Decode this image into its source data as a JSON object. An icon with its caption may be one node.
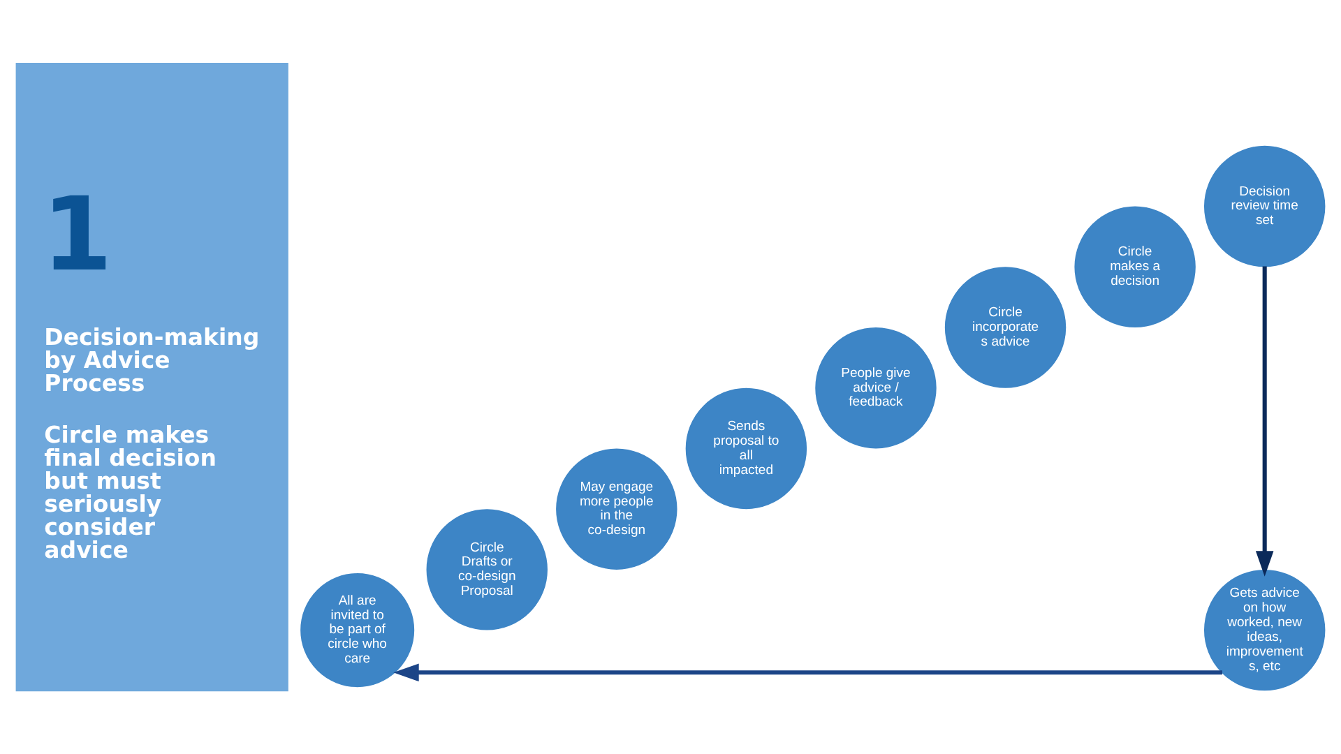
{
  "diagram": {
    "nodes": [
      {
        "text": [
          "1",
          "Decision-making by Advice Process",
          "Circle makes final decision but must seriously consider advice"
        ]
      },
      {
        "text": [
          "All are invited to be part of circle who care"
        ]
      },
      {
        "text": [
          "Circle Drafts or co-design Proposal"
        ]
      },
      {
        "text": [
          "May engage more people in the co-design"
        ]
      },
      {
        "text": [
          "Sends proposal to all impacted"
        ]
      },
      {
        "text": [
          "People give advice / feedback"
        ]
      },
      {
        "text": [
          "Circle incorporate s advice"
        ]
      },
      {
        "text": [
          "Circle makes a decision"
        ]
      },
      {
        "text": [
          "Decision review time set"
        ]
      },
      {
        "text": [
          "Gets advice on how worked, new ideas, improvement s, etc"
        ]
      }
    ],
    "edges": [
      {
        "from": 8,
        "to": 9,
        "arrow": "to",
        "color": "#0b2a5a"
      },
      {
        "from": 9,
        "to": 1,
        "arrow": "to"
      }
    ]
  }
}
